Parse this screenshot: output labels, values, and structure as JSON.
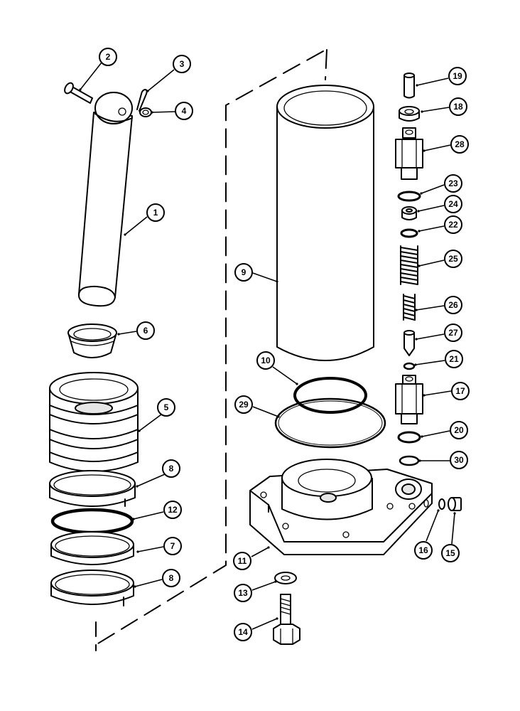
{
  "diagram": {
    "callouts": [
      {
        "id": "c1",
        "label": "1"
      },
      {
        "id": "c2",
        "label": "2"
      },
      {
        "id": "c3",
        "label": "3"
      },
      {
        "id": "c4",
        "label": "4"
      },
      {
        "id": "c5",
        "label": "5"
      },
      {
        "id": "c6",
        "label": "6"
      },
      {
        "id": "c7",
        "label": "7"
      },
      {
        "id": "c8a",
        "label": "8"
      },
      {
        "id": "c8b",
        "label": "8"
      },
      {
        "id": "c9",
        "label": "9"
      },
      {
        "id": "c10",
        "label": "10"
      },
      {
        "id": "c11",
        "label": "11"
      },
      {
        "id": "c12",
        "label": "12"
      },
      {
        "id": "c13",
        "label": "13"
      },
      {
        "id": "c14",
        "label": "14"
      },
      {
        "id": "c15",
        "label": "15"
      },
      {
        "id": "c16",
        "label": "16"
      },
      {
        "id": "c17",
        "label": "17"
      },
      {
        "id": "c18",
        "label": "18"
      },
      {
        "id": "c19",
        "label": "19"
      },
      {
        "id": "c20",
        "label": "20"
      },
      {
        "id": "c21",
        "label": "21"
      },
      {
        "id": "c22",
        "label": "22"
      },
      {
        "id": "c23",
        "label": "23"
      },
      {
        "id": "c24",
        "label": "24"
      },
      {
        "id": "c25",
        "label": "25"
      },
      {
        "id": "c26",
        "label": "26"
      },
      {
        "id": "c27",
        "label": "27"
      },
      {
        "id": "c28",
        "label": "28"
      },
      {
        "id": "c29",
        "label": "29"
      },
      {
        "id": "c30",
        "label": "30"
      }
    ]
  }
}
